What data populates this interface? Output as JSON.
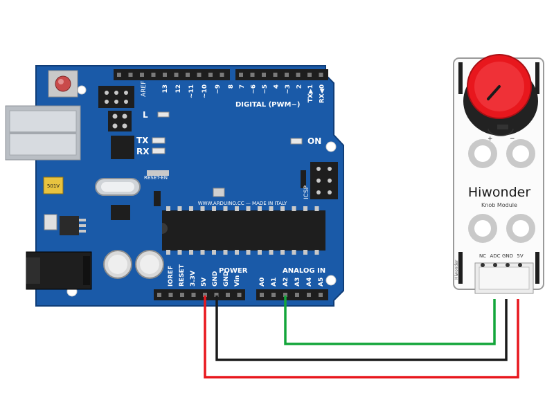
{
  "arduino": {
    "digital_label": "DIGITAL (PWM~)",
    "aref_label": "AREF",
    "digital_pins": [
      "13",
      "12",
      "~11",
      "~10",
      "~9",
      "8",
      "7",
      "~6",
      "~5",
      "4",
      "~3",
      "2",
      "TX▶1",
      "RX◀0"
    ],
    "l_label": "L",
    "tx_label": "TX",
    "rx_label": "RX",
    "on_label": "ON",
    "icsp_label": "ICSP",
    "reset_en_label": "RESET-EN",
    "reset_label": "RESET",
    "site_label": "WWW.ARDUINO.CC — MADE IN ITALY",
    "power_label": "POWER",
    "analog_label": "ANALOG IN",
    "power_pins": [
      "IOREF",
      "RESET",
      "3.3V",
      "5V",
      "GND",
      "GND",
      "Vin"
    ],
    "analog_pins": [
      "A0",
      "A1",
      "A2",
      "A3",
      "A4",
      "A5"
    ],
    "regulator_label": "501V"
  },
  "module": {
    "brand": "Hiwonder",
    "name": "Knob Module",
    "pins": [
      "NC",
      "ADC",
      "GND",
      "5V"
    ],
    "plus_label": "+",
    "minus_label": "−",
    "side_label": "Hiwonder"
  },
  "colors": {
    "board": "#1a5aa8",
    "board_dark": "#154a8c",
    "board_edge": "#0f3d78",
    "knob": "#e8171d",
    "wire_red": "#e8171d",
    "wire_black": "#1a1a1a",
    "wire_green": "#12a53a"
  }
}
